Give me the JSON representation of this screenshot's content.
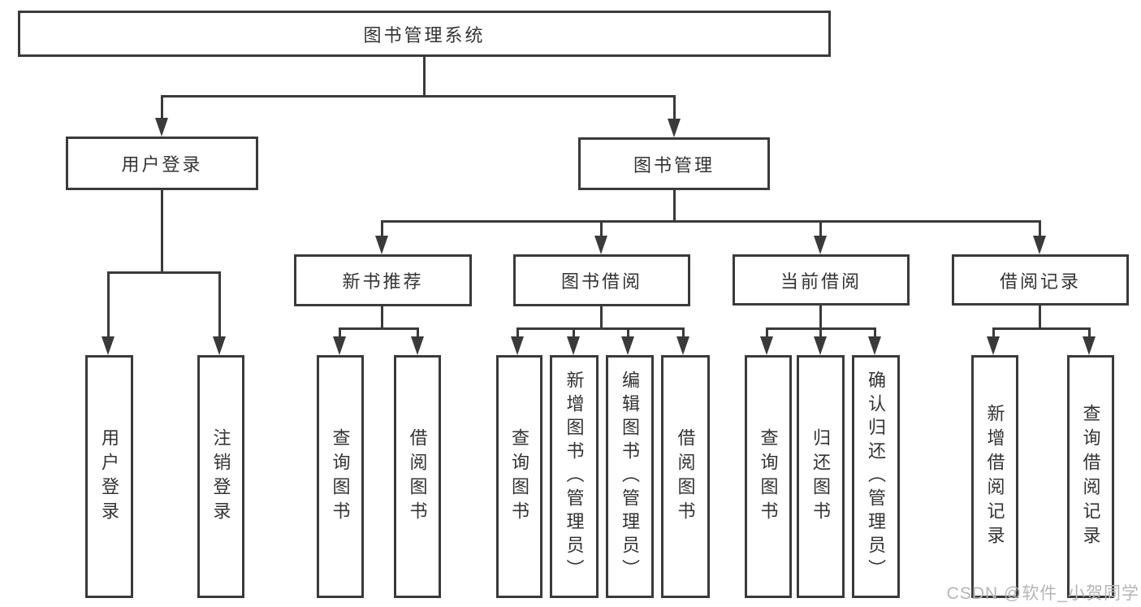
{
  "tree": {
    "root": "图书管理系统",
    "branches": [
      {
        "label": "用户登录",
        "children": [
          "用户登录",
          "注销登录"
        ]
      },
      {
        "label": "图书管理",
        "children": [
          {
            "label": "新书推荐",
            "children": [
              "查询图书",
              "借阅图书"
            ]
          },
          {
            "label": "图书借阅",
            "children": [
              "查询图书",
              "新增图书（管理员）",
              "编辑图书（管理员）",
              "借阅图书"
            ]
          },
          {
            "label": "当前借阅",
            "children": [
              "查询图书",
              "归还图书",
              "确认归还（管理员）"
            ]
          },
          {
            "label": "借阅记录",
            "children": [
              "新增借阅记录",
              "查询借阅记录"
            ]
          }
        ]
      }
    ]
  },
  "watermark": "CSDN @软件_小贺同学",
  "colors": {
    "line": "#3a3a3a",
    "text": "#333333",
    "watermark": "#b5b5b5",
    "background": "#ffffff"
  }
}
